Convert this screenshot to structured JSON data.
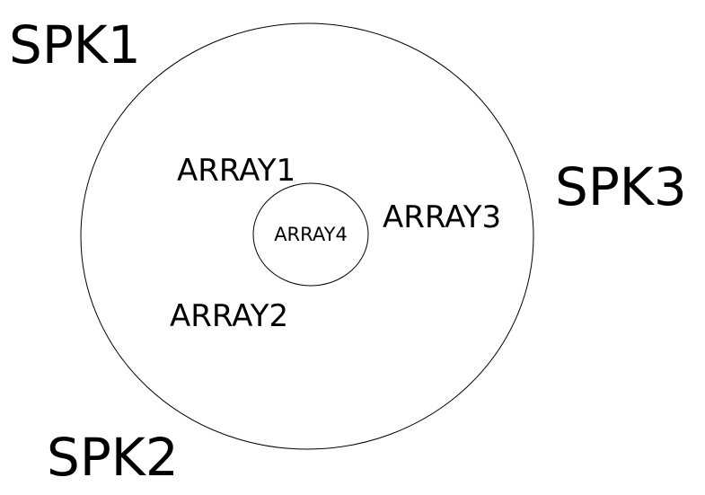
{
  "speakers": {
    "spk1": "SPK1",
    "spk2": "SPK2",
    "spk3": "SPK3"
  },
  "arrays": {
    "array1": "ARRAY1",
    "array2": "ARRAY2",
    "array3": "ARRAY3",
    "array4": "ARRAY4"
  },
  "colors": {
    "line": "#000000",
    "text": "#000000",
    "background": "#ffffff"
  }
}
